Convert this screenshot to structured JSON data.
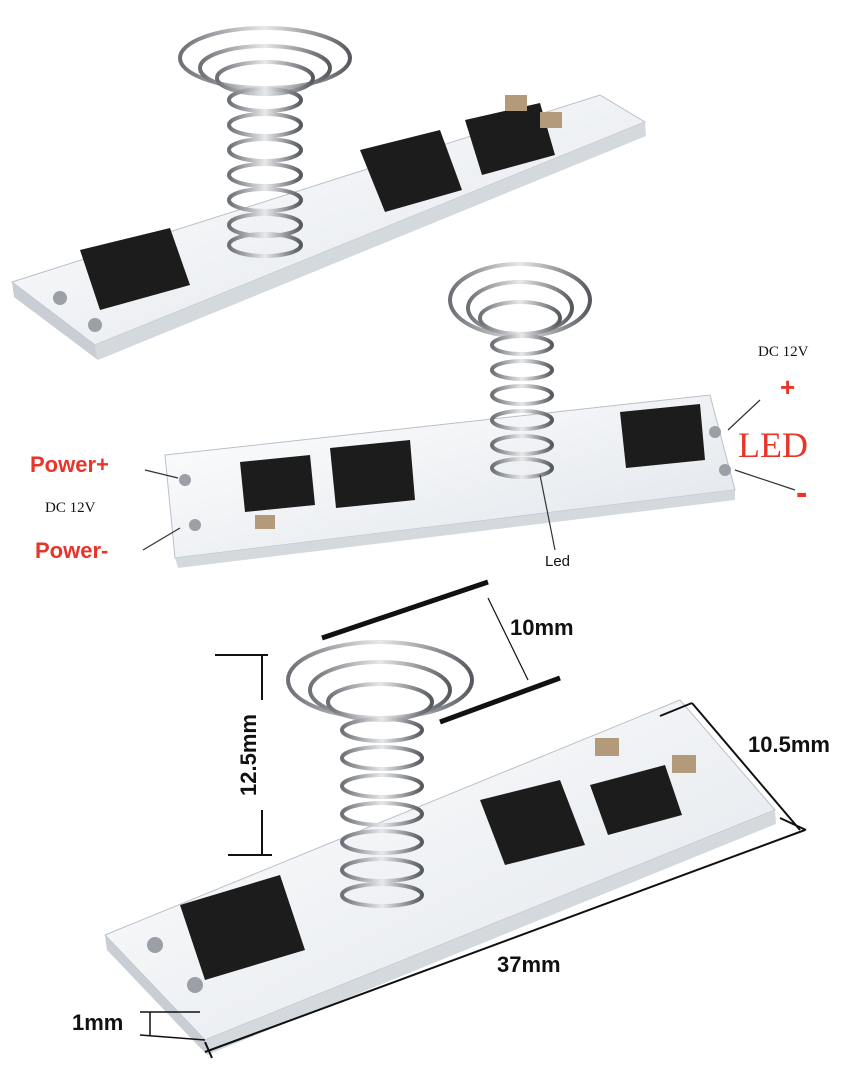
{
  "colors": {
    "annotation_red": "#e8352a",
    "pcb_white": "#f4f6f8",
    "chip_black": "#1c1c1c",
    "trace": "#222222"
  },
  "board_middle": {
    "power_plus": "Power+",
    "power_minus": "Power-",
    "dc_left": "DC 12V",
    "dc_right": "DC 12V",
    "plus_sign": "+",
    "led_label": "LED",
    "minus_sign": "-",
    "led_pointer": "Led"
  },
  "dimensions": {
    "spring_diameter": "10mm",
    "spring_height": "12.5mm",
    "board_width": "10.5mm",
    "board_length": "37mm",
    "board_thickness": "1mm"
  }
}
